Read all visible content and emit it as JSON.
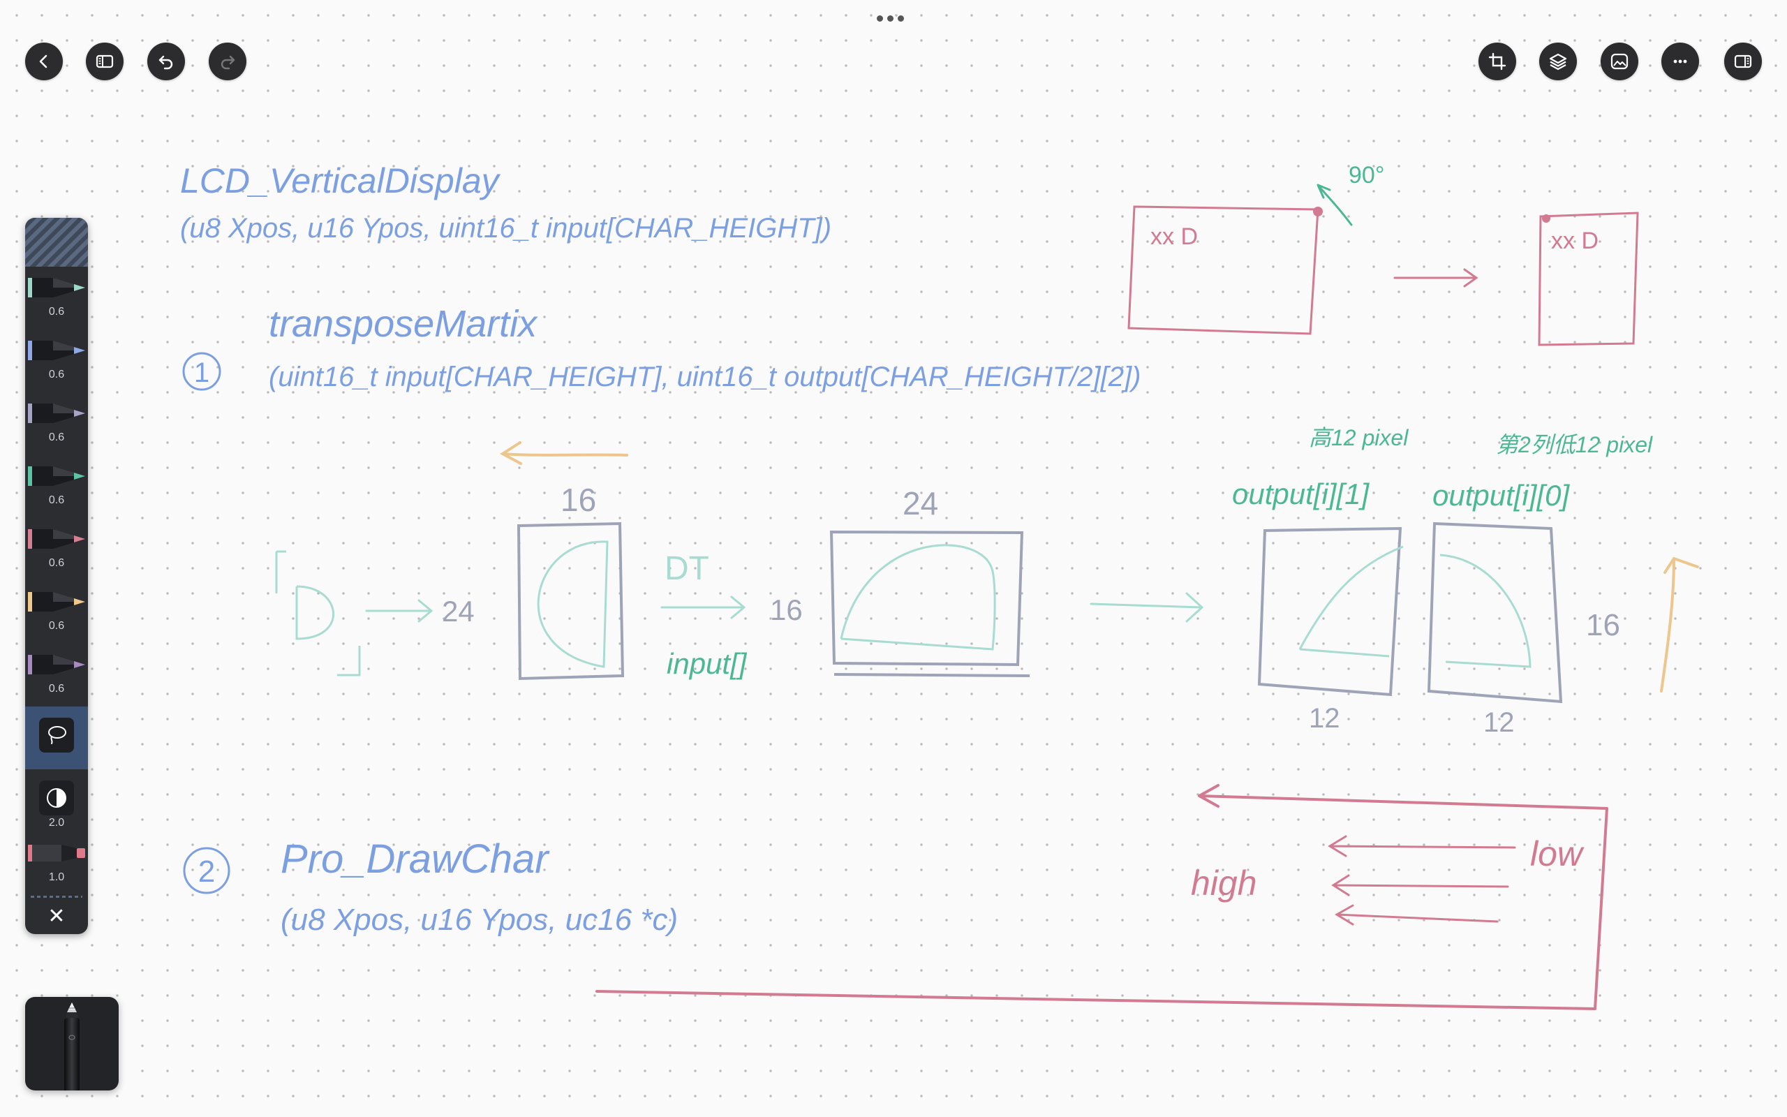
{
  "toolbar": {
    "left": [
      "back-button",
      "sidebar-toggle-button",
      "undo-button",
      "redo-button"
    ],
    "right": [
      "crop-button",
      "layers-button",
      "insert-image-button",
      "more-button",
      "panel-toggle-button"
    ],
    "colors": {
      "button_bg": "#2c2c2e",
      "icon": "#ffffff"
    }
  },
  "palette": {
    "pens": [
      {
        "color": "#9ed8c6",
        "size": "0.6"
      },
      {
        "color": "#8fa9e8",
        "size": "0.6"
      },
      {
        "color": "#a8a4c8",
        "size": "0.6"
      },
      {
        "color": "#5cc4a2",
        "size": "0.6"
      },
      {
        "color": "#d97f93",
        "size": "0.6"
      },
      {
        "color": "#efc88a",
        "size": "0.6"
      },
      {
        "color": "#a78cc0",
        "size": "0.6"
      }
    ],
    "lasso": {
      "icon": "lasso-icon"
    },
    "eraser": {
      "icon": "eraser-icon",
      "size": "2.0"
    },
    "marker": {
      "color": "#e07a8a",
      "size": "1.0"
    },
    "close_label": "✕",
    "selected_bg": "#3b5275"
  },
  "notes": {
    "colors": {
      "blue": "#7b9fe0",
      "green": "#4cb893",
      "pink": "#d27a91",
      "gray": "#9ea3b8",
      "teal": "#a8dcd0",
      "orange": "#ecc68c"
    },
    "function1": {
      "name": "LCD_VerticalDisplay",
      "params": "(u8 Xpos, u16 Ypos, uint16_t input[CHAR_HEIGHT])"
    },
    "step1": {
      "number": "1",
      "name": "transposeMartix",
      "params": "(uint16_t input[CHAR_HEIGHT], uint16_t output[CHAR_HEIGHT/2][2])"
    },
    "step2": {
      "number": "2",
      "name": "Pro_DrawChar",
      "params": "(u8 Xpos, u16 Ypos, uc16 *c)"
    },
    "rotation": {
      "angle": "90°",
      "box1_text": "xx D",
      "box2_text": "xx D"
    },
    "diagram": {
      "n24_a": "24",
      "n16_top": "16",
      "n24_top": "24",
      "n16_side": "16",
      "n16_right": "16",
      "dt_label": "DT",
      "input_label": "input[]",
      "out1_note": "高12 pixel",
      "out2_note": "第2列低12 pixel",
      "out1_label": "output[i][1]",
      "out2_label": "output[i][0]",
      "w1": "12",
      "w2": "12"
    },
    "bits": {
      "high": "high",
      "low": "low"
    }
  }
}
